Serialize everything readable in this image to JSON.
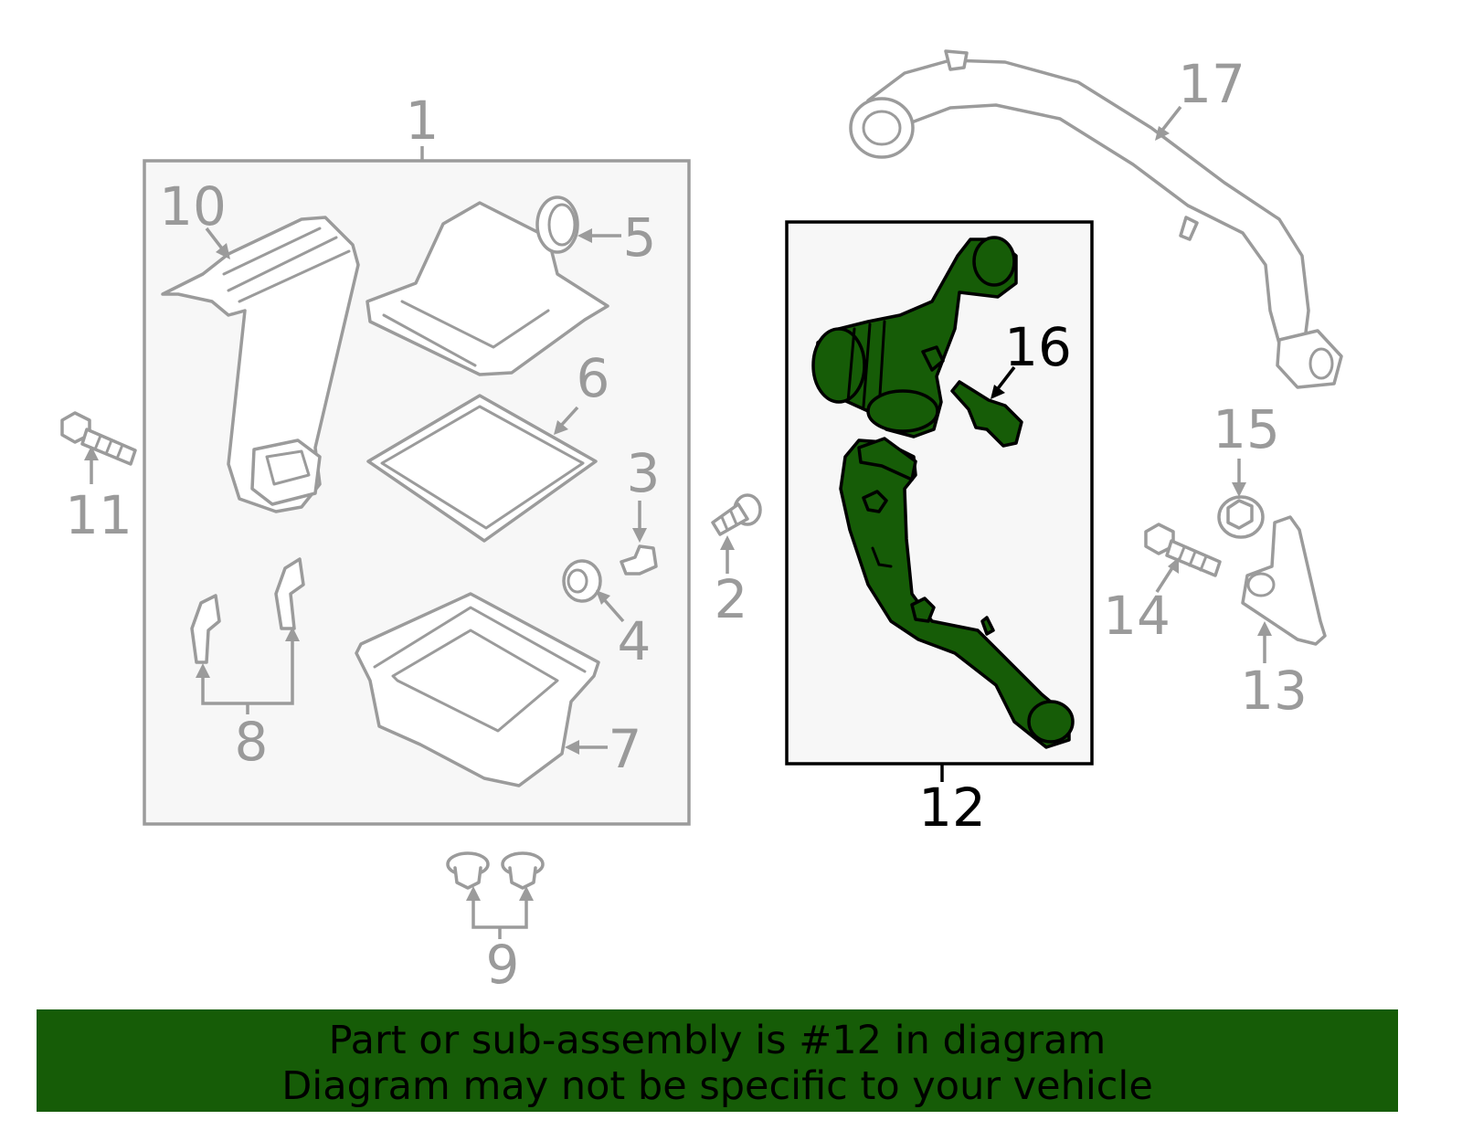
{
  "banner": {
    "line1": "Part or sub-assembly is #12 in diagram",
    "line2": "Diagram may not be specific to your vehicle",
    "color": "#165c07"
  },
  "highlight_color": "#165c07",
  "callouts": {
    "c1": "1",
    "c2": "2",
    "c3": "3",
    "c4": "4",
    "c5": "5",
    "c6": "6",
    "c7": "7",
    "c8": "8",
    "c9": "9",
    "c10": "10",
    "c11": "11",
    "c12": "12",
    "c13": "13",
    "c14": "14",
    "c15": "15",
    "c16": "16",
    "c17": "17"
  }
}
